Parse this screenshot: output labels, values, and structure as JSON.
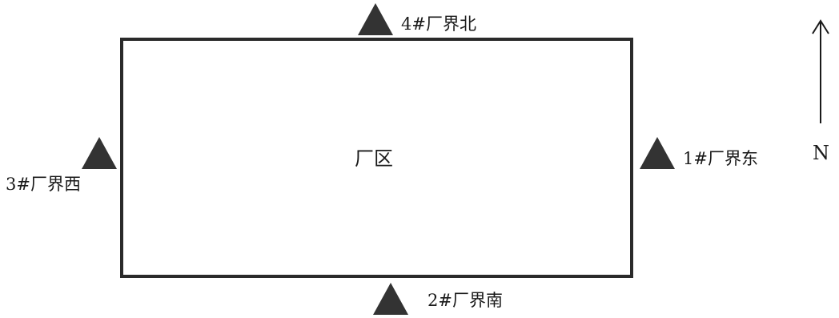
{
  "diagram": {
    "area_label": "厂区",
    "north_label": "N",
    "points": [
      {
        "id": "east",
        "label": "1#厂界东"
      },
      {
        "id": "south",
        "label": "2#厂界南"
      },
      {
        "id": "west",
        "label": "3#厂界西"
      },
      {
        "id": "north",
        "label": "4#厂界北"
      }
    ],
    "marker_color": "#333333",
    "outline_color": "#2a2a2a"
  }
}
